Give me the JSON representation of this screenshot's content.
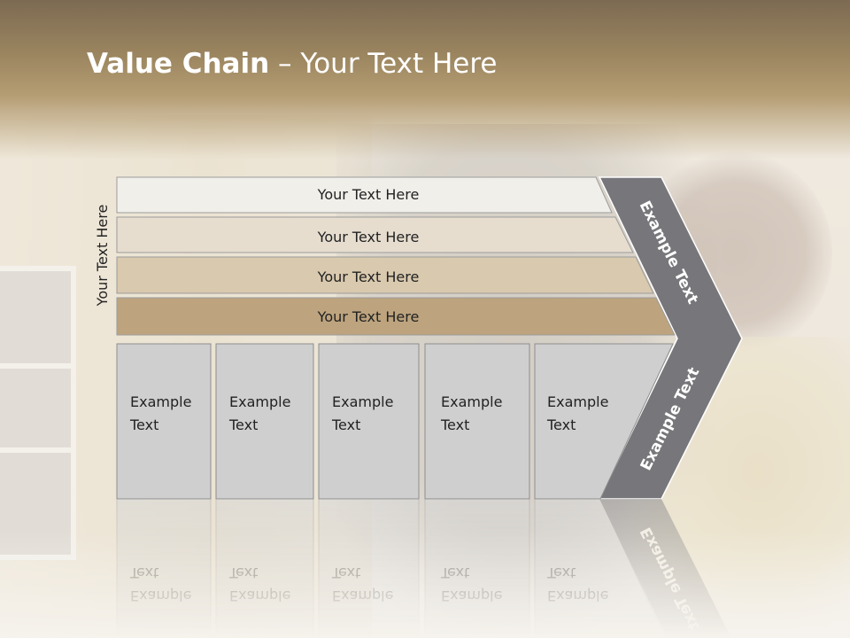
{
  "title": {
    "bold": "Value Chain",
    "rest": " – Your Text Here"
  },
  "side_label": "Your Text Here",
  "support_rows": [
    {
      "label": "Your Text Here",
      "color": "#f1efea"
    },
    {
      "label": "Your Text Here",
      "color": "#e6ddcf"
    },
    {
      "label": "Your Text Here",
      "color": "#d9c9ae"
    },
    {
      "label": "Your Text Here",
      "color": "#bda47e"
    }
  ],
  "primary_boxes": [
    {
      "line1": "Example",
      "line2": "Text"
    },
    {
      "line1": "Example",
      "line2": "Text"
    },
    {
      "line1": "Example",
      "line2": "Text"
    },
    {
      "line1": "Example",
      "line2": "Text"
    },
    {
      "line1": "Example",
      "line2": "Text"
    }
  ],
  "arrow_labels": {
    "upper": "Example Text",
    "lower": "Example Text"
  },
  "colors": {
    "arrow": "#77767a",
    "box_fill": "#cfcfcf",
    "box_border": "#8e8e8e",
    "title": "#ffffff"
  }
}
